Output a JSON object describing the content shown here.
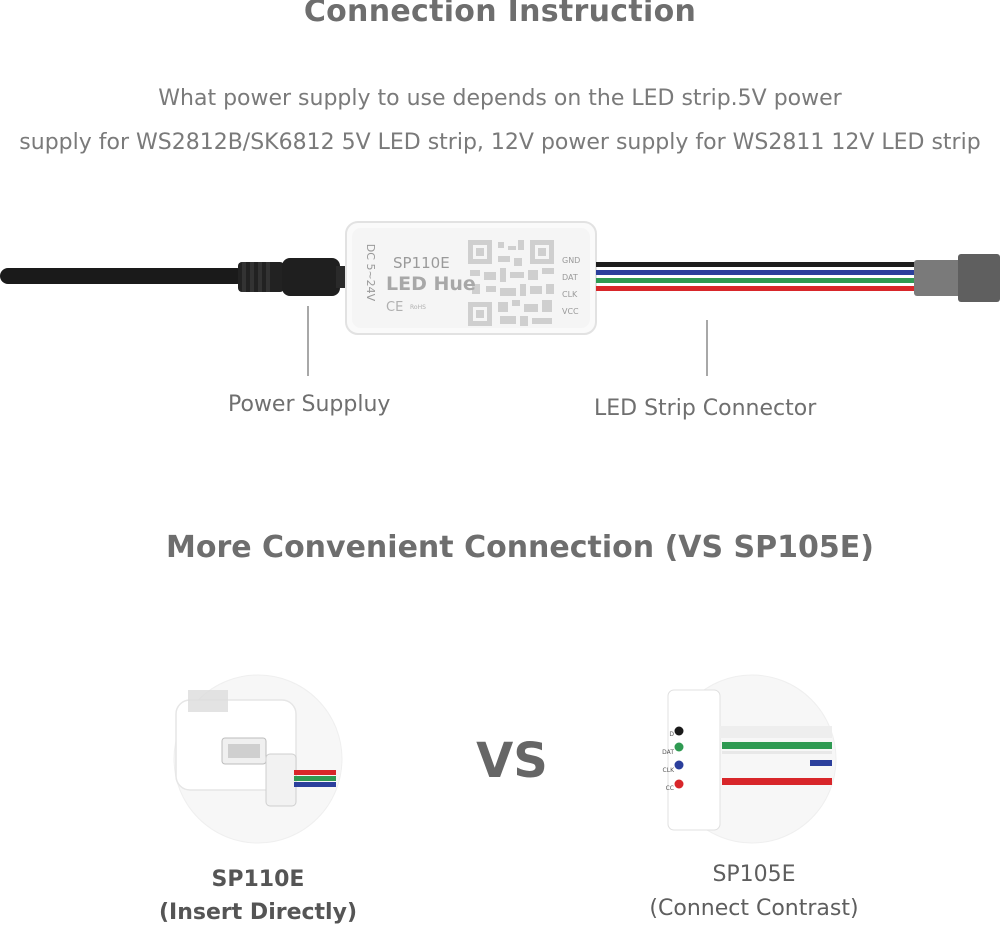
{
  "section1": {
    "title": "Connection Instruction",
    "desc_line1": "What power supply to use depends on the LED strip.5V power",
    "desc_line2": "supply for WS2812B/SK6812 5V LED strip, 12V power supply for WS2811 12V LED strip"
  },
  "device": {
    "model": "SP110E",
    "brand": "LED Hue",
    "input_rating": "DC 5~24V",
    "pins": [
      "GND",
      "DAT",
      "CLK",
      "VCC"
    ],
    "left_pins": [
      "D",
      "DAT",
      "CLK",
      "CC"
    ],
    "ce_mark": "CE",
    "rohs_mark": "RoHS"
  },
  "labels": {
    "power": "Power Suppluy",
    "connector": "LED Strip Connector"
  },
  "section2": {
    "title": "More Convenient Connection (VS SP105E)",
    "vs": "VS",
    "left_name": "SP110E",
    "left_note": "(Insert Directly)",
    "right_name": "SP105E",
    "right_note": "(Connect Contrast)"
  },
  "colors": {
    "wire_blue": "#2b3f9c",
    "wire_green": "#2f9a52",
    "wire_red": "#d8262a",
    "wire_black": "#1d1d1d",
    "connector_gray": "#6f6f6f"
  }
}
